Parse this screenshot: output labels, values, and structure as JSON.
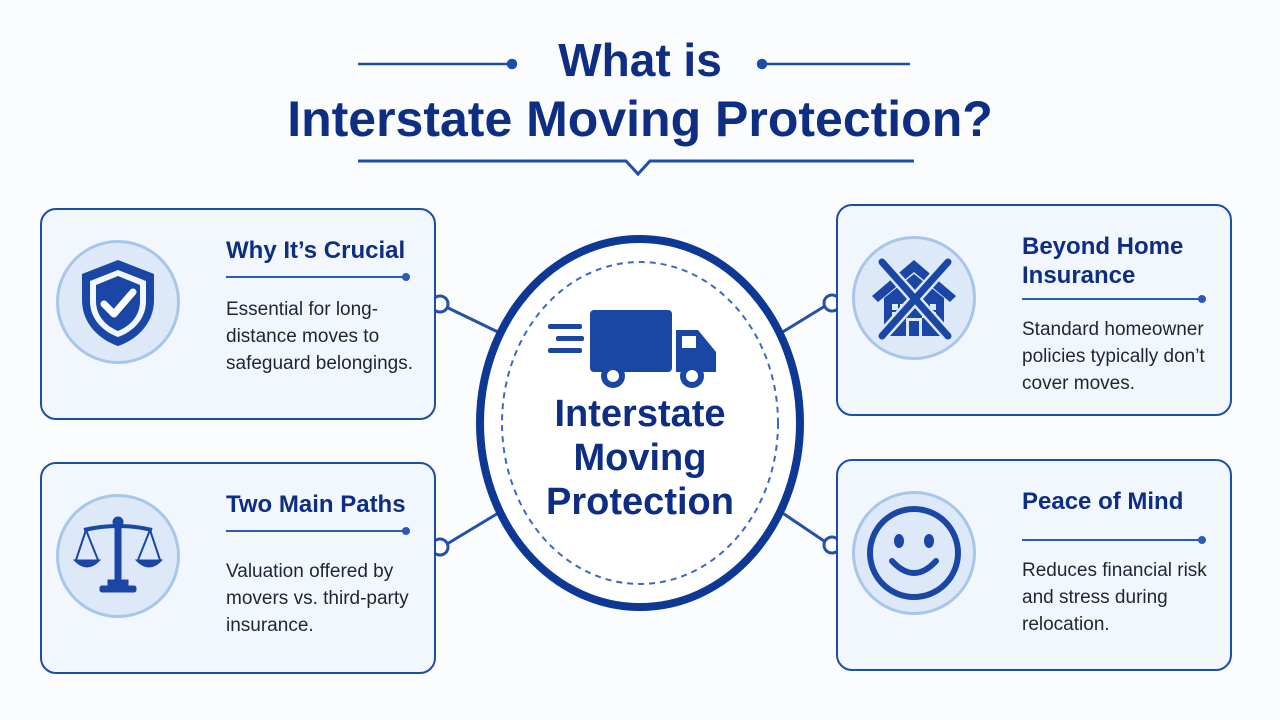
{
  "header": {
    "line1": "What is",
    "line2": "Interstate Moving Protection?"
  },
  "center": {
    "label": "Interstate Moving Protection",
    "icon": "truck-icon"
  },
  "cards": [
    {
      "title": "Why It’s Crucial",
      "text": "Essential for long-distance moves to safeguard belongings.",
      "icon": "shield-check-icon"
    },
    {
      "title": "Two Main Paths",
      "text": "Valuation offered by movers vs. third-party insurance.",
      "icon": "balance-scale-icon"
    },
    {
      "title": "Beyond Home Insurance",
      "text": "Standard homeowner policies typically don’t cover moves.",
      "icon": "crossed-house-icon"
    },
    {
      "title": "Peace of Mind",
      "text": "Reduces financial risk and stress during relocation.",
      "icon": "smiley-face-icon"
    }
  ],
  "colors": {
    "primary": "#0e2e84",
    "accent": "#1c4ea8",
    "card_fill": "#f2f6fd",
    "icon_circle": "#dde9f8",
    "background": "#fbfcfe"
  }
}
